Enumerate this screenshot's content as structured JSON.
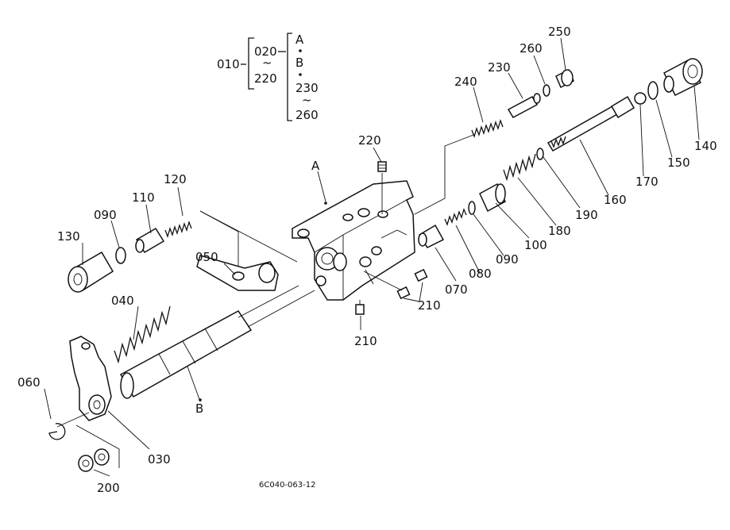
{
  "legend": {
    "root": "010",
    "range_a_start": "020",
    "range_a_sep": "~",
    "range_a_end": "220",
    "ref_a": "A",
    "ref_b": "B",
    "range_b_start": "230",
    "range_b_sep": "~",
    "range_b_end": "260"
  },
  "callouts": [
    {
      "id": "250",
      "text": "250"
    },
    {
      "id": "260",
      "text": "260"
    },
    {
      "id": "230",
      "text": "230"
    },
    {
      "id": "240",
      "text": "240"
    },
    {
      "id": "220",
      "text": "220"
    },
    {
      "id": "A",
      "text": "A"
    },
    {
      "id": "120",
      "text": "120"
    },
    {
      "id": "110",
      "text": "110"
    },
    {
      "id": "090-left",
      "text": "090"
    },
    {
      "id": "130",
      "text": "130"
    },
    {
      "id": "050",
      "text": "050"
    },
    {
      "id": "040",
      "text": "040"
    },
    {
      "id": "060",
      "text": "060"
    },
    {
      "id": "B",
      "text": "B"
    },
    {
      "id": "030",
      "text": "030"
    },
    {
      "id": "200",
      "text": "200"
    },
    {
      "id": "210-lower",
      "text": "210"
    },
    {
      "id": "210-right",
      "text": "210"
    },
    {
      "id": "070",
      "text": "070"
    },
    {
      "id": "080",
      "text": "080"
    },
    {
      "id": "090-right",
      "text": "090"
    },
    {
      "id": "100",
      "text": "100"
    },
    {
      "id": "180",
      "text": "180"
    },
    {
      "id": "190",
      "text": "190"
    },
    {
      "id": "160",
      "text": "160"
    },
    {
      "id": "170",
      "text": "170"
    },
    {
      "id": "150",
      "text": "150"
    },
    {
      "id": "140",
      "text": "140"
    }
  ],
  "footer": {
    "drawing_code": "6C040-063-12"
  }
}
